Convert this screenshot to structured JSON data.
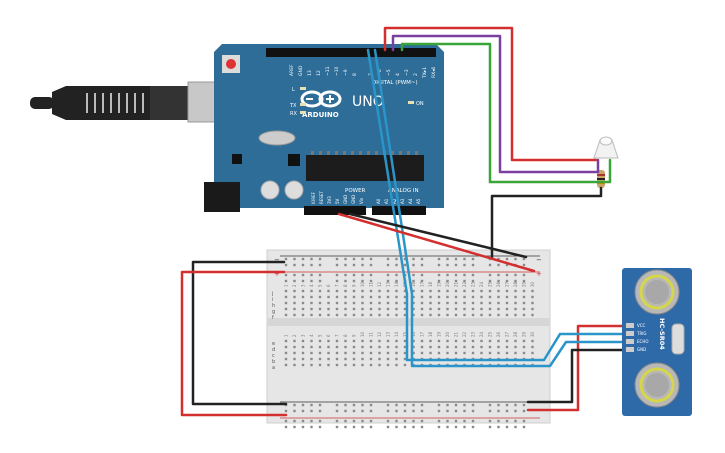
{
  "arduino": {
    "brand": "ARDUINO",
    "model": "UNO",
    "digital_label": "DIGITAL (PWM~)",
    "power_label": "POWER",
    "analog_label": "ANALOG IN",
    "on_label": "ON",
    "led_l": "L",
    "led_tx": "TX",
    "led_rx": "RX",
    "header_top": [
      "AREF",
      "GND",
      "13",
      "12",
      "~11",
      "~10",
      "~9",
      "8",
      "7",
      "~6",
      "~5",
      "4",
      "~3",
      "2",
      "TX▸1",
      "RX◂0"
    ],
    "header_power": [
      "IOREF",
      "RESET",
      "3V3",
      "5V",
      "GND",
      "GND",
      "Vin"
    ],
    "header_analog": [
      "A0",
      "A1",
      "A2",
      "A3",
      "A4",
      "A5"
    ]
  },
  "breadboard": {
    "row_letters_top": [
      "j",
      "i",
      "h",
      "g",
      "f"
    ],
    "row_letters_bottom": [
      "e",
      "d",
      "c",
      "b",
      "a"
    ],
    "column_numbers": [
      "1",
      "2",
      "3",
      "4",
      "5",
      "6",
      "7",
      "8",
      "9",
      "10",
      "11",
      "12",
      "13",
      "14",
      "15",
      "16",
      "17",
      "18",
      "19",
      "20",
      "21",
      "22",
      "23",
      "24",
      "25",
      "26",
      "27",
      "28",
      "29",
      "30"
    ],
    "rail_minus": "−",
    "rail_plus": "+"
  },
  "sensor": {
    "model": "HC-SR04",
    "pins": [
      "VCC",
      "TRIG",
      "ECHO",
      "GND"
    ]
  },
  "colors": {
    "board": "#2d6d98",
    "wire_red": "#d32f2f",
    "wire_black": "#222222",
    "wire_purple": "#7b3fa0",
    "wire_green": "#3aa63a",
    "wire_blue": "#2a95c8",
    "breadboard": "#e8e8e8",
    "sensor": "#2f6aa8"
  }
}
